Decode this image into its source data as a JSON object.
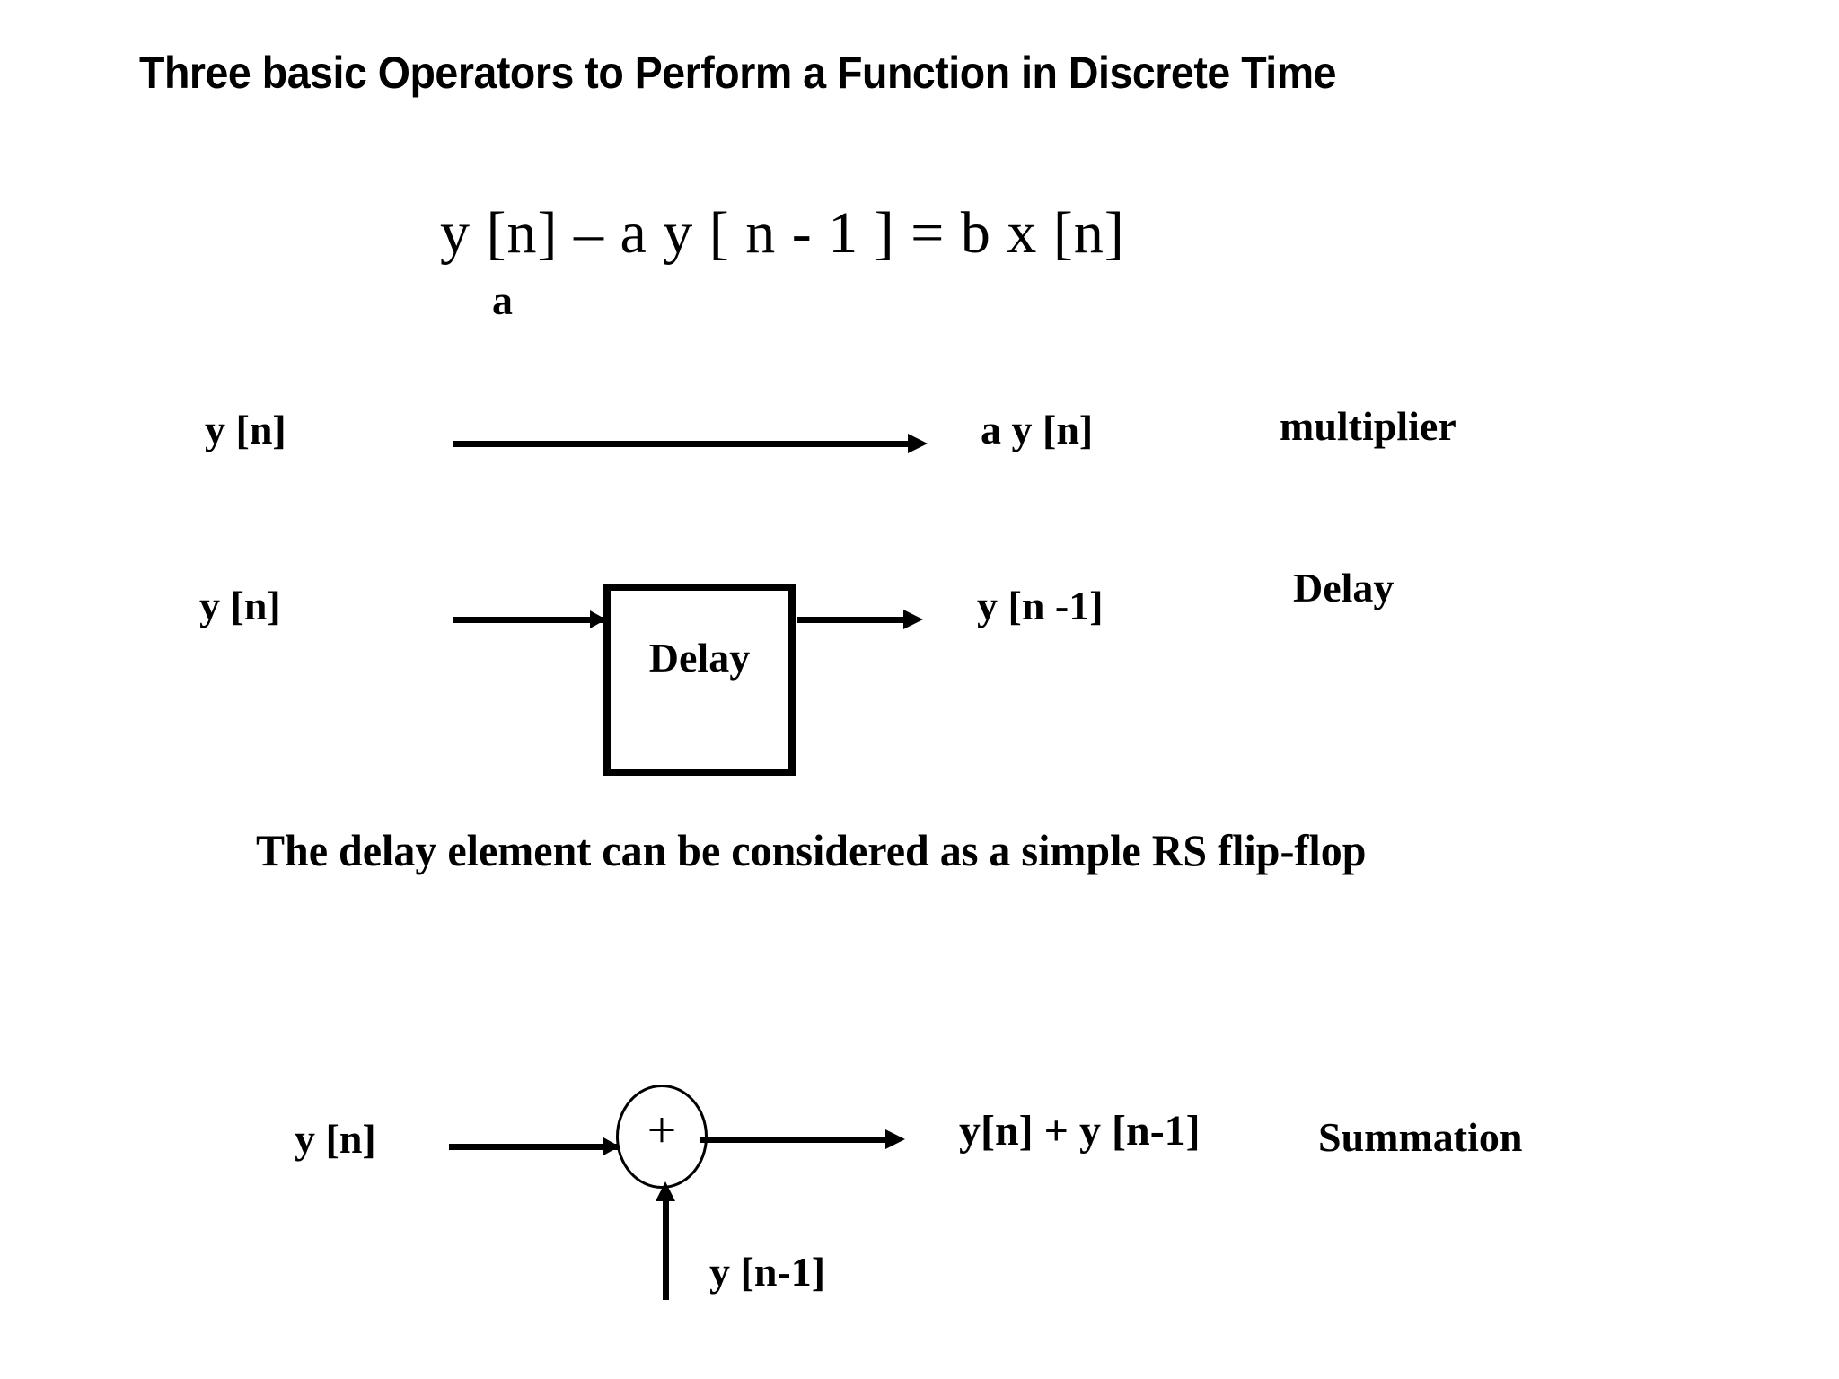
{
  "slide": {
    "title": "Three basic Operators to Perform a Function in Discrete Time",
    "equation": "y [n] – a y [ n - 1 ] = b x [n]",
    "note": "The delay element can be considered as a simple RS flip-flop",
    "background_color": "#ffffff",
    "ink_color": "#000000"
  },
  "multiplier_row": {
    "input_label": "y [n]",
    "gain_label": "a",
    "output_label": "a y [n]",
    "operator_name": "multiplier"
  },
  "delay_row": {
    "input_label": "y [n]",
    "block_label": "Delay",
    "output_label": "y [n -1]",
    "operator_name": "Delay"
  },
  "summation_row": {
    "input_label": "y [n]",
    "node_symbol": "+",
    "second_input_label": "y [n-1]",
    "output_label": "y[n] + y [n-1]",
    "operator_name": "Summation"
  }
}
